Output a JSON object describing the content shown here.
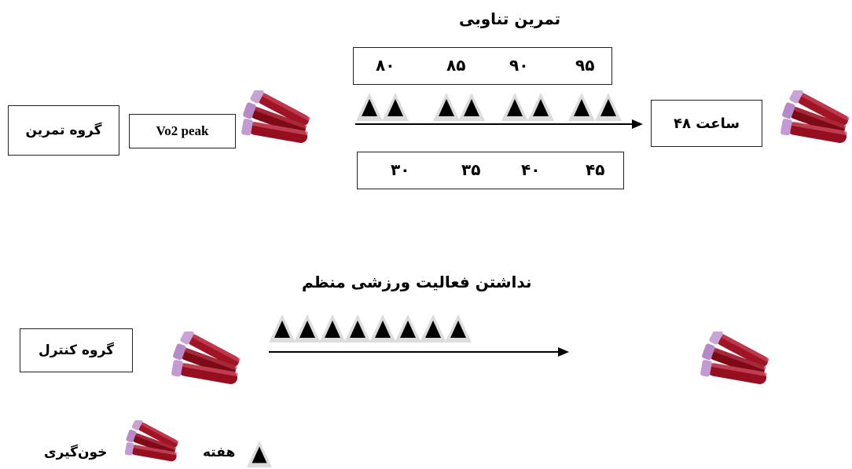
{
  "exercise": {
    "title": "تمرین تناوبی",
    "group_label": "گروه تمرین",
    "test_label": "Vo2 peak",
    "after_label": "۴۸ ساعت",
    "top_intensities": [
      "۸۰",
      "۸۵",
      "۹۰",
      "۹۵"
    ],
    "bottom_intensities": [
      "۳۰",
      "۳۵",
      "۴۰",
      "۴۵"
    ]
  },
  "control": {
    "title": "نداشتن فعالیت ورزشی منظم",
    "group_label": "گروه کنترل"
  },
  "legend": {
    "week_label": "هفته",
    "blood_label": "خون‌گیری"
  },
  "icons": {
    "week": "triangle-icon",
    "blood_sampling": "blood-tubes-icon"
  },
  "colors": {
    "tube_red": "#8b0d1a",
    "tube_cap": "#b98fc9",
    "triangle_bg": "#d9d9d9"
  }
}
